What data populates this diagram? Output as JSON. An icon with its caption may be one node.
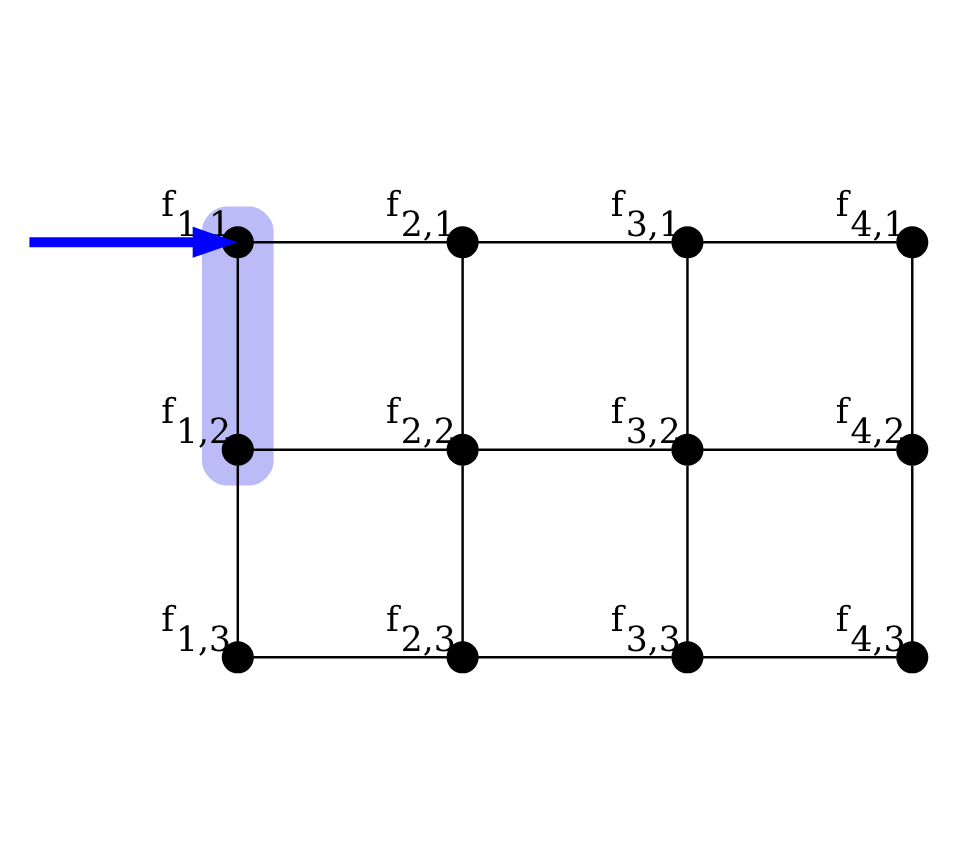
{
  "diagram": {
    "nodes": [
      {
        "text": [],
        "shape": "box"
      },
      {
        "text": [],
        "shape": "circle",
        "in": 0,
        "beside": [
          "f$_{1,1}$"
        ]
      },
      {
        "text": [],
        "shape": "circle",
        "beside": [
          "f$_{2,1}$"
        ]
      },
      {
        "text": [],
        "shape": "circle",
        "beside": [
          "f$_{3,1}$"
        ]
      },
      {
        "text": [],
        "shape": "circle",
        "beside": [
          "f$_{4,1}$"
        ]
      },
      {
        "text": [],
        "shape": "circle",
        "in": 0,
        "beside": [
          "f$_{1,2}$"
        ]
      },
      {
        "text": [],
        "shape": "circle",
        "beside": [
          "f$_{2,2}$"
        ]
      },
      {
        "text": [],
        "shape": "circle",
        "beside": [
          "f$_{3,2}$"
        ]
      },
      {
        "text": [],
        "shape": "circle",
        "beside": [
          "f$_{4,2}$"
        ]
      },
      {
        "text": [],
        "shape": "circle",
        "beside": [
          "f$_{1,3}$"
        ]
      },
      {
        "text": [],
        "shape": "circle",
        "beside": [
          "f$_{2,3}$"
        ]
      },
      {
        "text": [],
        "shape": "circle",
        "beside": [
          "f$_{3,3}$"
        ]
      },
      {
        "text": [],
        "shape": "circle",
        "beside": [
          "f$_{4,3}$"
        ]
      }
    ],
    "edges": [
      {
        "from": null,
        "to": 1,
        "arrow": "to",
        "style": "thick",
        "color": "#0000ff"
      },
      {
        "from": 1,
        "to": 2,
        "arrow": "none"
      },
      {
        "from": 2,
        "to": 3,
        "arrow": "none"
      },
      {
        "from": 3,
        "to": 4,
        "arrow": "none"
      },
      {
        "from": 5,
        "to": 6,
        "arrow": "none"
      },
      {
        "from": 6,
        "to": 7,
        "arrow": "none"
      },
      {
        "from": 7,
        "to": 8,
        "arrow": "none"
      },
      {
        "from": 9,
        "to": 10,
        "arrow": "none"
      },
      {
        "from": 10,
        "to": 11,
        "arrow": "none"
      },
      {
        "from": 11,
        "to": 12,
        "arrow": "none"
      },
      {
        "from": 1,
        "to": 5,
        "arrow": "none"
      },
      {
        "from": 5,
        "to": 9,
        "arrow": "none"
      },
      {
        "from": 2,
        "to": 6,
        "arrow": "none"
      },
      {
        "from": 6,
        "to": 10,
        "arrow": "none"
      },
      {
        "from": 3,
        "to": 7,
        "arrow": "none"
      },
      {
        "from": 7,
        "to": 11,
        "arrow": "none"
      },
      {
        "from": 4,
        "to": 8,
        "arrow": "none"
      },
      {
        "from": 8,
        "to": 12,
        "arrow": "none"
      }
    ]
  }
}
